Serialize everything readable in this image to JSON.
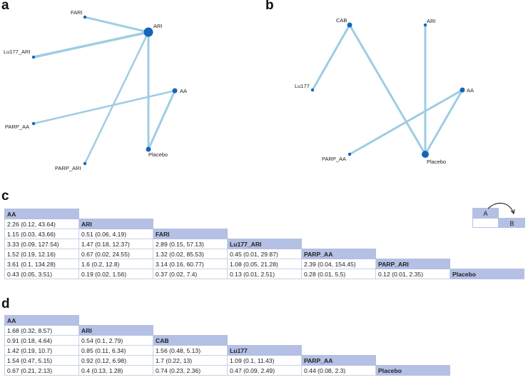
{
  "panels": {
    "a": "a",
    "b": "b",
    "c": "c",
    "d": "d"
  },
  "network_a": {
    "nodes": [
      {
        "id": "FARI",
        "label": "FARI"
      },
      {
        "id": "ARI",
        "label": "ARI"
      },
      {
        "id": "Lu177_ARI",
        "label": "Lu177_ARI"
      },
      {
        "id": "AA",
        "label": "AA"
      },
      {
        "id": "PARP_AA",
        "label": "PARP_AA"
      },
      {
        "id": "Placebo",
        "label": "Placebo"
      },
      {
        "id": "PARP_ARI",
        "label": "PARP_ARI"
      }
    ],
    "edges": [
      [
        "FARI",
        "ARI"
      ],
      [
        "Lu177_ARI",
        "ARI"
      ],
      [
        "ARI",
        "PARP_ARI"
      ],
      [
        "ARI",
        "Placebo"
      ],
      [
        "AA",
        "Placebo"
      ],
      [
        "AA",
        "PARP_AA"
      ]
    ]
  },
  "network_b": {
    "nodes": [
      {
        "id": "CAB",
        "label": "CAB"
      },
      {
        "id": "ARI",
        "label": "ARI"
      },
      {
        "id": "Lu177",
        "label": "Lu177"
      },
      {
        "id": "AA",
        "label": "AA"
      },
      {
        "id": "PARP_AA",
        "label": "PARP_AA"
      },
      {
        "id": "Placebo",
        "label": "Placebo"
      }
    ],
    "edges": [
      [
        "CAB",
        "Lu177"
      ],
      [
        "CAB",
        "Placebo"
      ],
      [
        "ARI",
        "Placebo"
      ],
      [
        "AA",
        "Placebo"
      ],
      [
        "AA",
        "PARP_AA"
      ]
    ]
  },
  "table_c": {
    "treatments": [
      "AA",
      "ARI",
      "FARI",
      "Lu177_ARI",
      "PARP_AA",
      "PARP_ARI",
      "Placebo"
    ],
    "rows": [
      [
        "AA"
      ],
      [
        "2.26 (0.12, 43.64)",
        "ARI"
      ],
      [
        "1.15 (0.03, 43.66)",
        "0.51 (0.06, 4.19)",
        "FARI"
      ],
      [
        "3.33 (0.09, 127.54)",
        "1.47 (0.18, 12.37)",
        "2.89 (0.15, 57.13)",
        "Lu177_ARI"
      ],
      [
        "1.52 (0.19, 12.16)",
        "0.67 (0.02, 24.55)",
        "1.32 (0.02, 85.53)",
        "0.45 (0.01, 29.87)",
        "PARP_AA"
      ],
      [
        "3.61 (0.1, 134.28)",
        "1.6 (0.2, 12.8)",
        "3.14 (0.16, 60.77)",
        "1.08 (0.05, 21.28)",
        "2.39 (0.04, 154.45)",
        "PARP_ARI"
      ],
      [
        "0.43 (0.05, 3.51)",
        "0.19 (0.02, 1.56)",
        "0.37 (0.02, 7.4)",
        "0.13 (0.01, 2.51)",
        "0.28 (0.01, 5.5)",
        "0.12 (0.01, 2.35)",
        "Placebo"
      ]
    ]
  },
  "table_d": {
    "treatments": [
      "AA",
      "ARI",
      "CAB",
      "Lu177",
      "PARP_AA",
      "Placebo"
    ],
    "rows": [
      [
        "AA"
      ],
      [
        "1.68 (0.32, 8.57)",
        "ARI"
      ],
      [
        "0.91 (0.18, 4.64)",
        "0.54 (0.1, 2.79)",
        "CAB"
      ],
      [
        "1.42 (0.19, 10.7)",
        "0.85 (0.11, 6.34)",
        "1.56 (0.48, 5.13)",
        "Lu177"
      ],
      [
        "1.54 (0.47, 5.15)",
        "0.92 (0.12, 6.98)",
        "1.7 (0.22, 13)",
        "1.09 (0.1, 11.43)",
        "PARP_AA"
      ],
      [
        "0.67 (0.21, 2.13)",
        "0.4 (0.13, 1.28)",
        "0.74 (0.23, 2.36)",
        "0.47 (0.09, 2.49)",
        "0.44 (0.08, 2.3)",
        "Placebo"
      ]
    ]
  },
  "legend": {
    "a_label": "A",
    "b_label": "B"
  },
  "colors": {
    "edge": "#9fcde3",
    "node": "#1565b8",
    "diag": "#b4c0e4"
  }
}
